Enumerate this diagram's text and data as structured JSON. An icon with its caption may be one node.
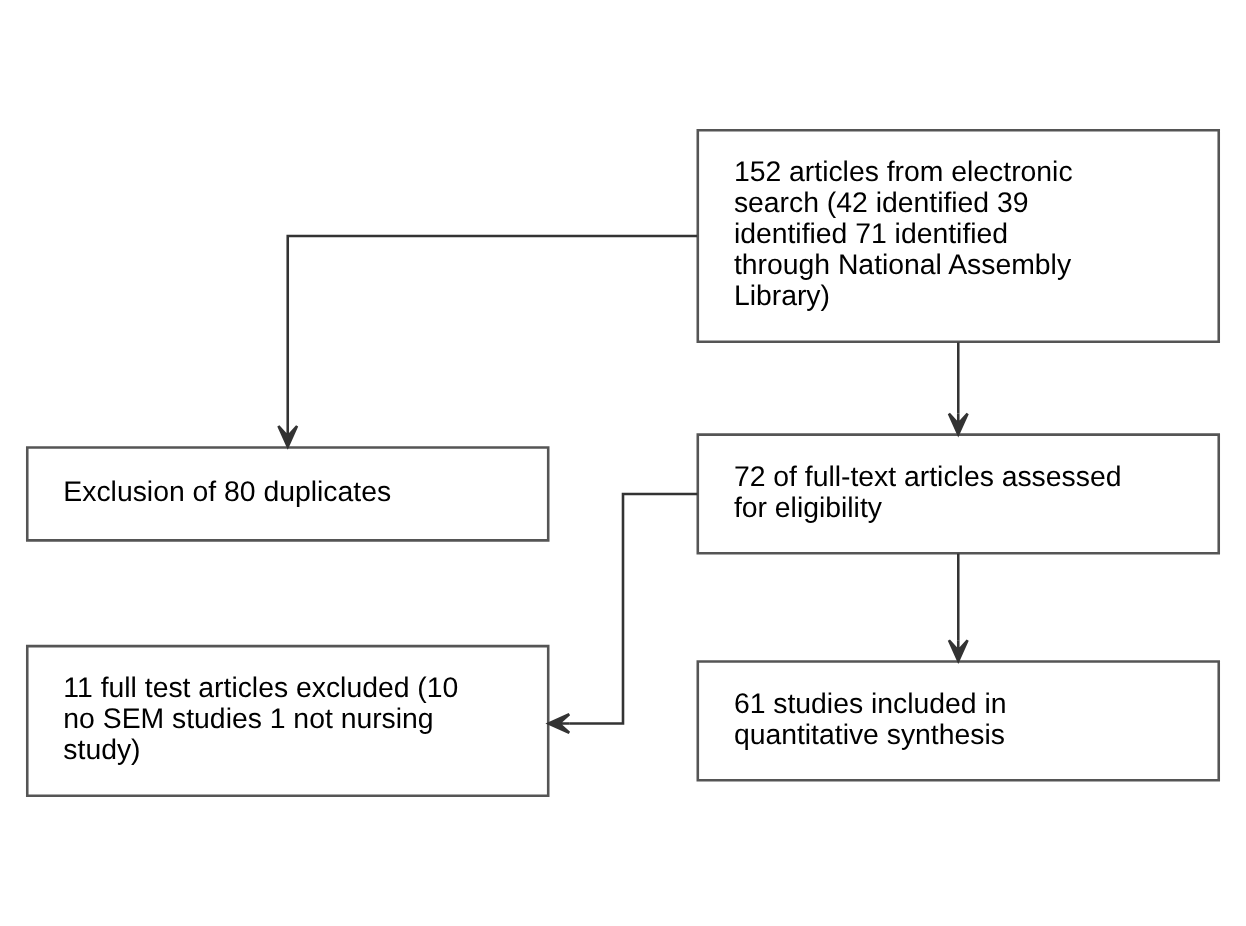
{
  "diagram": {
    "nodes": [
      {
        "text": [
          "152 articles from electronic search (42 identified 39 identified 71 identified through National Assembly Library)"
        ]
      },
      {
        "text": [
          "Exclusion of 80 duplicates"
        ]
      },
      {
        "text": [
          "72 of full-text articles assessed for eligibility"
        ]
      },
      {
        "text": [
          "11 full test articles excluded (10 no SEM studies 1 not nursing study)"
        ]
      },
      {
        "text": [
          "61 studies included in quantitative synthesis"
        ]
      }
    ],
    "edges": [
      {
        "from": 0,
        "to": 2,
        "arrow": "to"
      },
      {
        "from": 0,
        "to": 1,
        "arrow": "to"
      },
      {
        "from": 2,
        "to": 4,
        "arrow": "to"
      },
      {
        "from": 2,
        "to": 3,
        "arrow": "to"
      }
    ]
  }
}
